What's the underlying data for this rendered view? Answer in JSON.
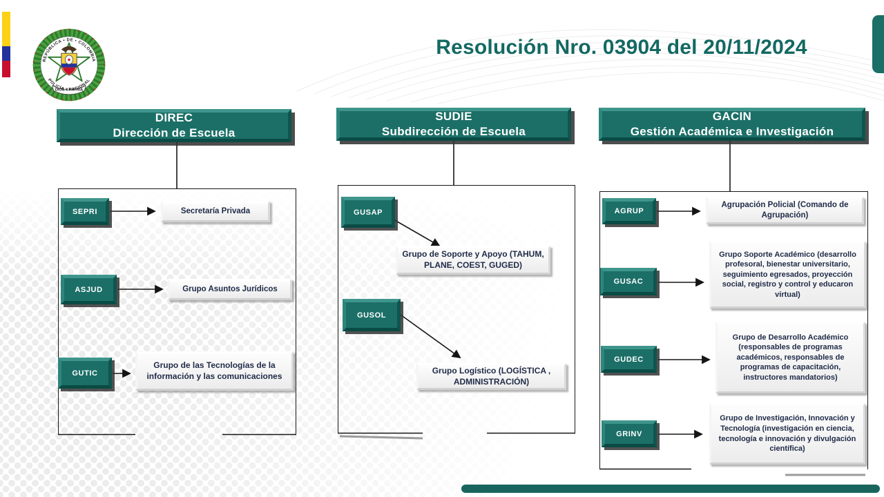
{
  "title": "Resolución Nro. 03904 del 20/11/2024",
  "logo": {
    "name": "policia-nacional-de-colombia-crest",
    "ring_top": "REPÚBLICA • DE • COLOMBIA",
    "ring_bottom": "POLICÍA • NACIONAL",
    "banner": "DIOS Y PATRIA"
  },
  "colors": {
    "teal_box": "#1b6f67",
    "title_text": "#136962",
    "bottom_bar": "#19655e",
    "flag_yellow": "#fcd116",
    "flag_blue": "#22339b",
    "flag_red": "#c8102e",
    "label_text": "#1f2a47"
  },
  "columns": [
    {
      "header": {
        "code": "DIREC",
        "name": "Dirección de Escuela"
      },
      "items": [
        {
          "code": "SEPRI",
          "label": "Secretaría Privada"
        },
        {
          "code": "ASJUD",
          "label": "Grupo Asuntos Jurídicos"
        },
        {
          "code": "GUTIC",
          "label": "Grupo de las Tecnologías de la información y las comunicaciones"
        }
      ]
    },
    {
      "header": {
        "code": "SUDIE",
        "name": "Subdirección de Escuela"
      },
      "items": [
        {
          "code": "GUSAP",
          "label": "Grupo de Soporte y Apoyo (TAHUM, PLANE, COEST, GUGED)"
        },
        {
          "code": "GUSOL",
          "label": "Grupo Logístico (LOGÍSTICA , ADMINISTRACIÓN)"
        }
      ]
    },
    {
      "header": {
        "code": "GACIN",
        "name": "Gestión Académica e Investigación"
      },
      "items": [
        {
          "code": "AGRUP",
          "label": "Agrupación Policial (Comando de Agrupación)"
        },
        {
          "code": "GUSAC",
          "label": "Grupo Soporte Académico (desarrollo profesoral, bienestar universitario, seguimiento egresados, proyección social, registro y control y educaron virtual)"
        },
        {
          "code": "GUDEC",
          "label": "Grupo de Desarrollo Académico (responsables de programas académicos, responsables de programas de capacitación, instructores mandatorios)"
        },
        {
          "code": "GRINV",
          "label": "Grupo de Investigación, Innovación y Tecnología (investigación en ciencia, tecnología e innovación y divulgación científica)"
        }
      ]
    }
  ]
}
